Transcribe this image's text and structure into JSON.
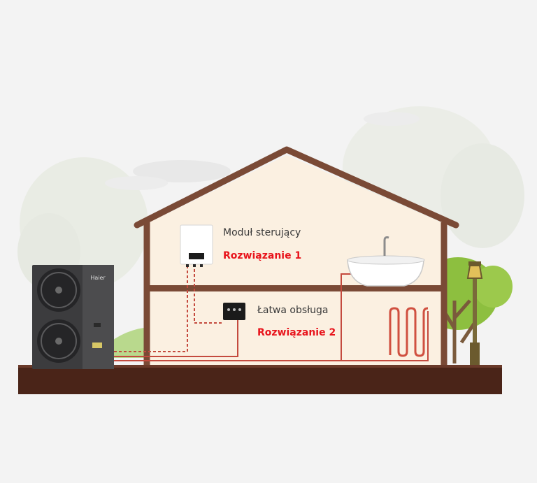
{
  "labels": {
    "control_module": "Moduł sterujący",
    "solution_1": "Rozwiązanie 1",
    "easy_operation": "Łatwa obsługa",
    "solution_2": "Rozwiązanie 2"
  },
  "brand": "Haier",
  "colors": {
    "accent": "#e8141c",
    "pipe": "#c44a3e",
    "roof": "#7a4a36",
    "wall": "#fbf0e1",
    "ground": "#4a2418",
    "tree_green": "#8dbf3f",
    "unit_body": "#3c3c3e"
  },
  "icons": [
    "heat-pump-unit",
    "control-module",
    "wall-controller",
    "bathtub",
    "radiator",
    "street-lamp",
    "tree"
  ]
}
